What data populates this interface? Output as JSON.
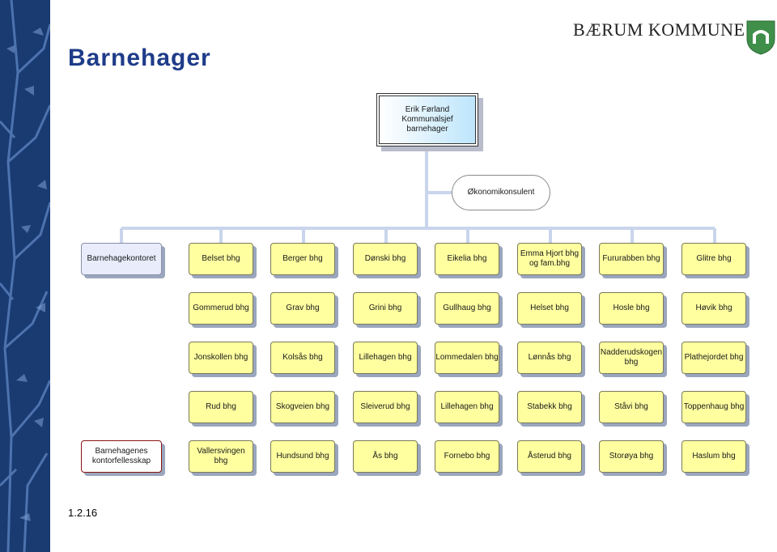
{
  "header": {
    "title": "Barnehager",
    "logo_text": "BÆRUM KOMMUNE",
    "date": "1.2.16"
  },
  "icons": {
    "logo": "municipal-shield-icon"
  },
  "colors": {
    "stripe": "#1a3a72",
    "title": "#1f3c8a",
    "unit_box": "#ffffa0",
    "top_box_gradient": "#bde5fb"
  },
  "org": {
    "head": {
      "name": "Erik Førland",
      "role": "Kommunalsjef",
      "unit": "barnehager"
    },
    "staff": "Økonomikonsulent",
    "office": "Barnehagekontoret",
    "shared_office": "Barnehagenes kontorfellesskap",
    "rows": [
      [
        "Belset bhg",
        "Berger bhg",
        "Dønski bhg",
        "Eikelia bhg",
        "Emma Hjort bhg og fam.bhg",
        "Fururabben bhg",
        "Glitre bhg"
      ],
      [
        "Gommerud bhg",
        "Grav bhg",
        "Grini bhg",
        "Gullhaug bhg",
        "Helset bhg",
        "Hosle bhg",
        "Høvik bhg"
      ],
      [
        "Jonskollen bhg",
        "Kolsås bhg",
        "Lillehagen bhg",
        "Lommedalen bhg",
        "Lønnås bhg",
        "Nadderudskogen bhg",
        "Plathejordet bhg"
      ],
      [
        "Rud bhg",
        "Skogveien bhg",
        "Sleiverud bhg",
        "Lillehagen bhg",
        "Stabekk bhg",
        "Ståvi bhg",
        "Toppenhaug bhg"
      ],
      [
        "Vallersvingen bhg",
        "Hundsund bhg",
        "Ås bhg",
        "Fornebo bhg",
        "Åsterud bhg",
        "Storøya bhg",
        "Haslum bhg"
      ]
    ]
  }
}
